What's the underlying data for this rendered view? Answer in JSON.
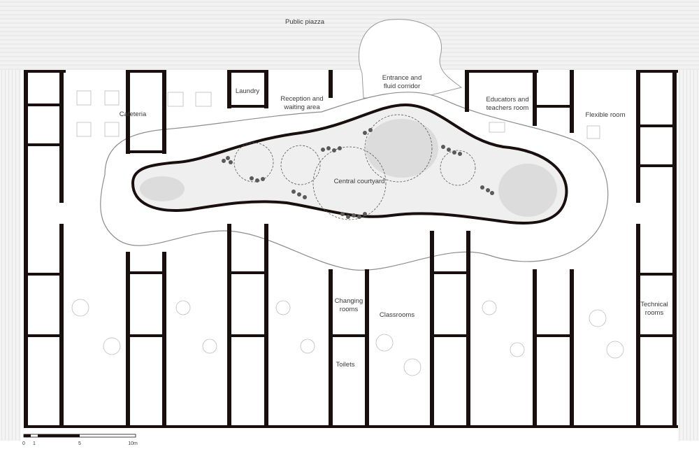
{
  "labels": {
    "public_piazza": "Public piazza",
    "entrance_1": "Entrance and",
    "entrance_2": "fluid corridor",
    "laundry": "Laundry",
    "reception_1": "Reception and",
    "reception_2": "waiting area",
    "cafeteria": "Cafeteria",
    "educators_1": "Educators and",
    "educators_2": "teachers room",
    "flexible_room": "Flexible room",
    "central_courtyard": "Central courtyard",
    "changing_1": "Changing",
    "changing_2": "rooms",
    "classrooms": "Classrooms",
    "toilets": "Toilets",
    "technical_1": "Technical",
    "technical_2": "rooms"
  },
  "scale_bar": {
    "ticks": [
      "0",
      "1",
      "5",
      "10m"
    ]
  },
  "colors": {
    "wall": "#1a0f0f",
    "corridor": "#ffffff",
    "courtyard": "#efefef",
    "pond": "#dcdcdc",
    "paving": "#ededed",
    "furniture": "#bdbdbd"
  }
}
